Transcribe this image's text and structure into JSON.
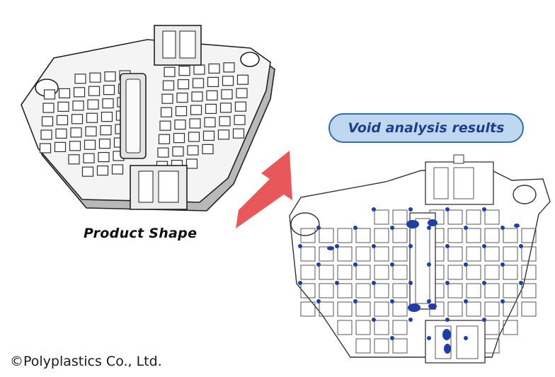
{
  "captions": {
    "product_shape": "Product Shape",
    "void_analysis": "Void analysis results"
  },
  "footer": {
    "copyright": "©Polyplastics Co., Ltd."
  },
  "colors": {
    "arrow": "#e8585b",
    "void_marks": "#1f3fa6",
    "badge_fill": "#bfd8ef",
    "badge_border": "#2f6fae",
    "badge_text": "#1e3f8a",
    "outline": "#222222"
  },
  "icons": {
    "arrow": "arrow-icon"
  }
}
